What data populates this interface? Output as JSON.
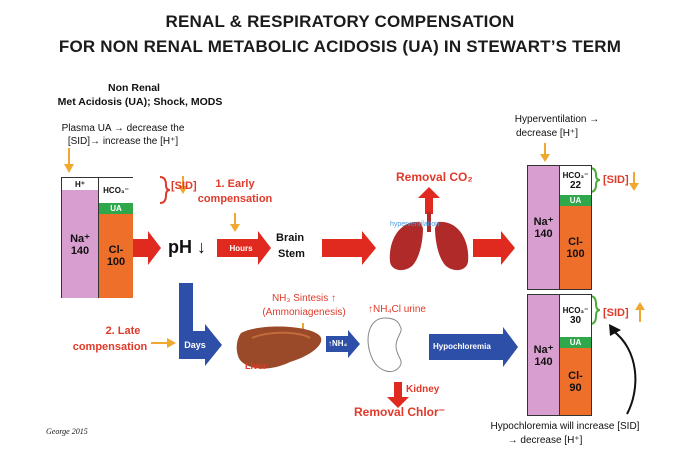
{
  "title": {
    "line1": "RENAL & RESPIRATORY COMPENSATION",
    "line2": "FOR NON RENAL METABOLIC ACIDOSIS (UA) IN STEWART’S TERM"
  },
  "origin": {
    "line1": "Non Renal",
    "line2": "Met Acidosis  (UA); Shock, MODS",
    "note1": "Plasma UA → decrease the",
    "note2": "[SID]→ increase the [H⁺]"
  },
  "gram_left": {
    "h": "H⁺",
    "hco3": "HCO₃⁻",
    "ua": "UA",
    "na": "Na⁺",
    "na_val": "140",
    "cl": "Cl-",
    "cl_val": "100",
    "sid": "[SID]"
  },
  "early": {
    "label1": "1. Early",
    "label2": "compensation",
    "hours": "Hours",
    "brain1": "Brain",
    "brain2": "Stem",
    "removal": "Removal CO₂",
    "lungs": "hyperventilation"
  },
  "ph": {
    "label": "pH",
    "arrow": "↓"
  },
  "late": {
    "label1": "2. Late",
    "label2": "compensation",
    "days": "Days",
    "nh3_1": "NH₃ Sintesis ↑",
    "nh3_2": "(Ammoniagenesis)",
    "liver": "Liver",
    "nh4": "↑NH₄",
    "nh4cl": "↑NH₄Cl urine",
    "kidney": "Kidney",
    "removal": "Removal Chlor⁻",
    "hypochloremia": "Hypochloremia"
  },
  "gram_top": {
    "caption1": "Hyperventilation →",
    "caption2": "decrease [H⁺]",
    "hco3": "HCO₃⁻",
    "hco3_val": "22",
    "ua": "UA",
    "na": "Na⁺",
    "na_val": "140",
    "cl": "Cl-",
    "cl_val": "100",
    "sid": "[SID]"
  },
  "gram_bottom": {
    "hco3": "HCO₃⁻",
    "hco3_val": "30",
    "ua": "UA",
    "na": "Na⁺",
    "na_val": "140",
    "cl": "Cl-",
    "cl_val": "90",
    "sid": "[SID]",
    "caption1": "Hypochloremia will increase [SID]",
    "caption2": "→ decrease [H⁺]"
  },
  "credit": "George 2015",
  "colors": {
    "red": "#e03a2a",
    "orange": "#e8872a",
    "blue": "#2e4fa8",
    "pink": "#d99ed0",
    "green": "#2fa84c",
    "cl_orange": "#ee6f2a"
  }
}
